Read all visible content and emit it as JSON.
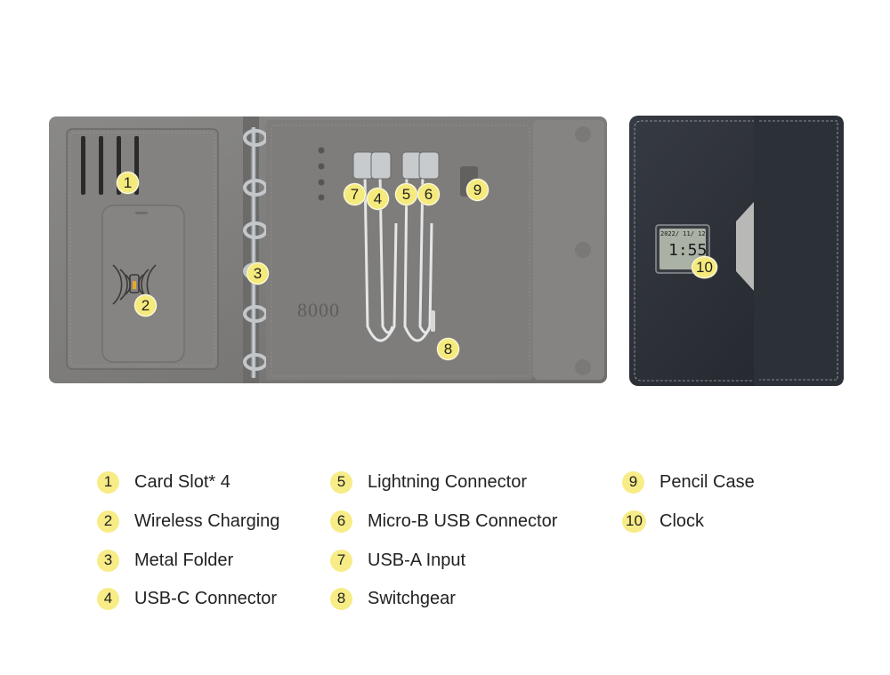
{
  "product": {
    "capacity_label": "8000",
    "clock_date": "2022/ 11/ 12",
    "clock_time": "1:55"
  },
  "callouts": [
    "1",
    "2",
    "3",
    "4",
    "5",
    "6",
    "7",
    "8",
    "9",
    "10"
  ],
  "legend": [
    {
      "num": "1",
      "label": "Card Slot* 4"
    },
    {
      "num": "2",
      "label": "Wireless Charging"
    },
    {
      "num": "3",
      "label": "Metal Folder"
    },
    {
      "num": "4",
      "label": "USB-C Connector"
    },
    {
      "num": "5",
      "label": "Lightning Connector"
    },
    {
      "num": "6",
      "label": "Micro-B USB Connector"
    },
    {
      "num": "7",
      "label": "USB-A Input"
    },
    {
      "num": "8",
      "label": "Switchgear"
    },
    {
      "num": "9",
      "label": "Pencil Case"
    },
    {
      "num": "10",
      "label": "Clock"
    }
  ],
  "colors": {
    "badge": "#f5ea7c",
    "felt": "#7b7a78",
    "leather": "#2b2f36"
  }
}
